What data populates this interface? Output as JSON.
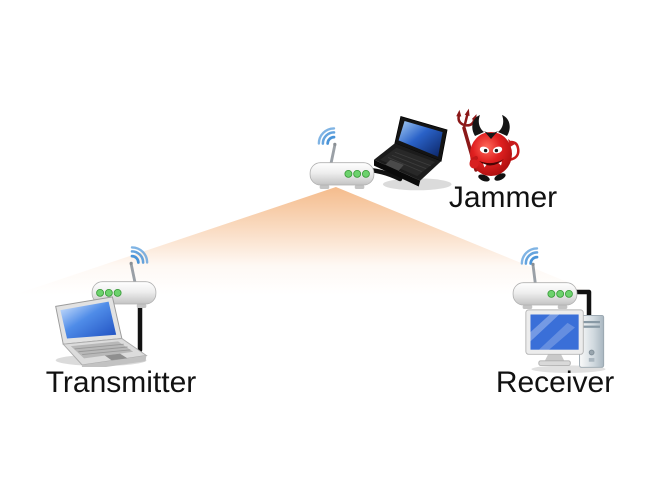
{
  "diagram": {
    "background_color": "#ffffff",
    "nodes": {
      "jammer": {
        "label": "Jammer",
        "icons": [
          "wifi-router-icon",
          "laptop-icon",
          "devil-icon"
        ]
      },
      "transmitter": {
        "label": "Transmitter",
        "icons": [
          "laptop-icon",
          "wifi-router-icon"
        ]
      },
      "receiver": {
        "label": "Receiver",
        "icons": [
          "wifi-router-icon",
          "desktop-computer-icon"
        ]
      }
    },
    "beam": {
      "from": "jammer",
      "toward": [
        "transmitter",
        "receiver"
      ],
      "top_color": "#f4b886",
      "fade_color": "#ffffff"
    },
    "colors": {
      "wifi_arcs": "#4a94d8",
      "router_led": "#6cd26c",
      "devil_body": "#cc1818",
      "laptop_screen_blue": "#2a62c8",
      "cable": "#111111",
      "label_text": "#111111"
    }
  }
}
